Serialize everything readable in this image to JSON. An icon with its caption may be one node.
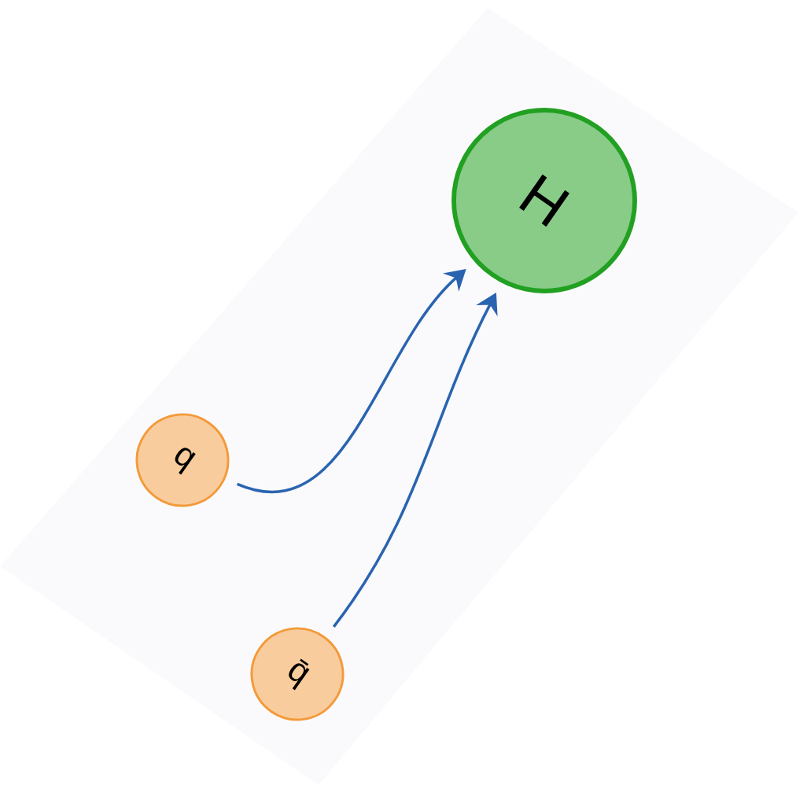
{
  "diagram": {
    "nodes": [
      {
        "text": [
          "H"
        ]
      },
      {
        "text": [
          "q"
        ]
      },
      {
        "text": [
          "q̄"
        ]
      }
    ],
    "edges": [
      {
        "from": 1,
        "to": 0,
        "arrow": "to"
      },
      {
        "from": 2,
        "to": 0,
        "arrow": "to"
      }
    ]
  }
}
